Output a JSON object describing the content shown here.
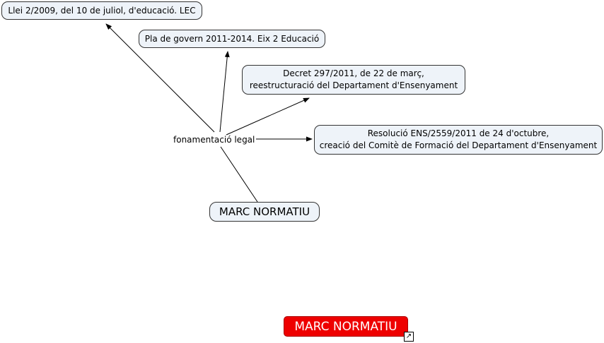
{
  "nodes": {
    "llei": {
      "label": "Llei 2/2009, del 10 de juliol, d'educació. LEC"
    },
    "pla": {
      "label": "Pla de govern 2011-2014. Eix 2 Educació"
    },
    "decret": {
      "label": "Decret 297/2011, de 22 de març,\nreestructuració del Departament d'Ensenyament"
    },
    "resolucio": {
      "label": "Resolució ENS/2559/2011 de 24 d'octubre,\ncreació del Comitè de Formació del Departament d'Ensenyament"
    },
    "linking_phrase": {
      "label": "fonamentació legal"
    },
    "marc": {
      "label": "MARC NORMATIU"
    },
    "marc_highlight": {
      "label": "MARC NORMATIU"
    }
  },
  "icons": {
    "resource_link": "↗"
  },
  "colors": {
    "node_fill": "#eef3f9",
    "node_border": "#333333",
    "highlight_fill": "#ee0000",
    "highlight_text": "#ffffff",
    "line": "#000000"
  }
}
